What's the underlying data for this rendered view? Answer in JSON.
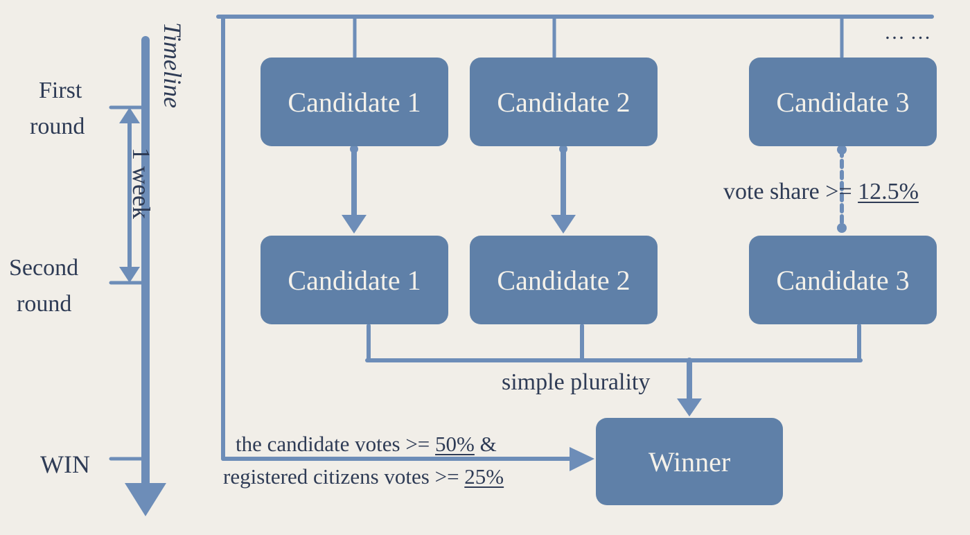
{
  "colors": {
    "background": "#f1eee8",
    "box_fill": "#5f80a8",
    "line": "#6d8db8",
    "text": "#2e3b55",
    "box_text": "#f4f1ea"
  },
  "timeline": {
    "title": "Timeline",
    "first_round": [
      "First",
      "round"
    ],
    "second_round": [
      "Second",
      "round"
    ],
    "interval": "1 week",
    "win": "WIN"
  },
  "ellipsis": "… …",
  "first_round_candidates": [
    "Candidate 1",
    "Candidate 2",
    "Candidate 3"
  ],
  "second_round_candidates": [
    "Candidate 1",
    "Candidate 2",
    "Candidate 3"
  ],
  "threshold": {
    "prefix": "vote share >= ",
    "value": "12.5%"
  },
  "merge_label": "simple plurality",
  "winner": "Winner",
  "win_condition": {
    "line1_prefix": "the candidate votes >= ",
    "line1_value": "50%",
    "line1_suffix": " &",
    "line2_prefix": "registered citizens votes >= ",
    "line2_value": "25%"
  }
}
